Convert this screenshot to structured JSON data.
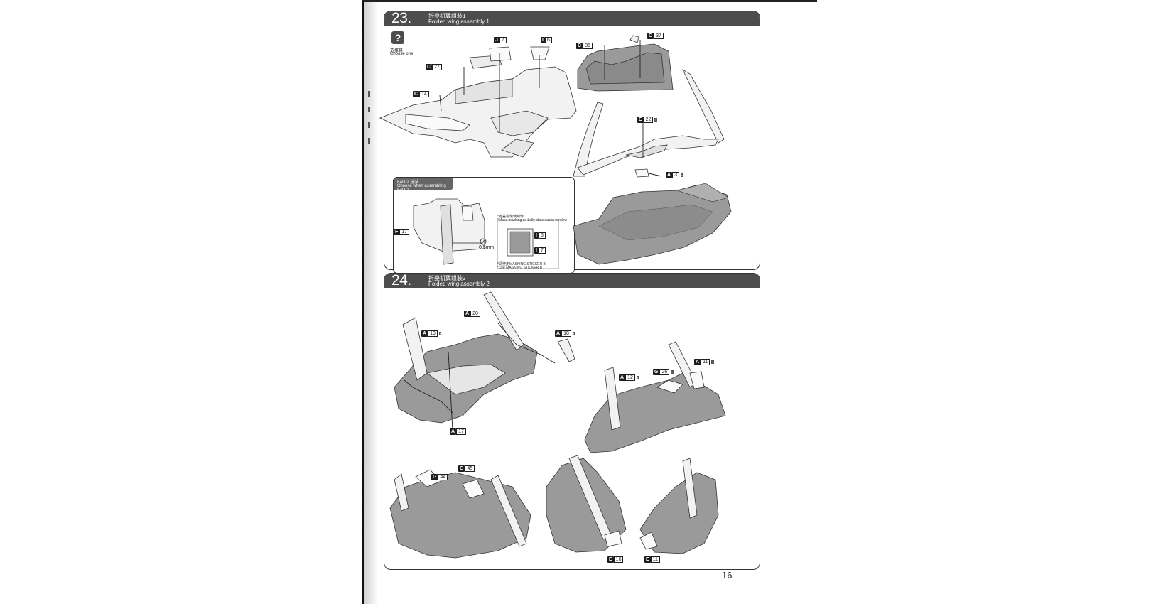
{
  "page": {
    "number": "16"
  },
  "step23": {
    "number": "23.",
    "title_cn": "折叠机翼组装1",
    "title_en": "Folded wing assembly 1",
    "choose": {
      "icon": "question-icon",
      "icon_glyph": "?",
      "cn": "选择其一",
      "en": "Choose one"
    },
    "inset": {
      "title_cn": "F4U-2 选装",
      "title_en": "Choose when assembling F4U-2",
      "note1": "*遮盖窗玻璃制作",
      "note1b": "*Make masking on belly observation window",
      "note2": "*请使用MASKING STICKER B",
      "note2b": "*Use MASKING STICKER B",
      "drill": "0.5mm",
      "tags": {
        "f17": {
          "l": "F",
          "n": "17"
        },
        "i6": {
          "l": "I",
          "n": "6"
        },
        "i7": {
          "l": "I",
          "n": "7"
        }
      }
    },
    "tags": {
      "j7": {
        "l": "J",
        "n": "7"
      },
      "i6": {
        "l": "I",
        "n": "6"
      },
      "c27": {
        "l": "C",
        "n": "27"
      },
      "c14": {
        "l": "C",
        "n": "14"
      },
      "c36": {
        "l": "C",
        "n": "36"
      },
      "c37": {
        "l": "C",
        "n": "37"
      },
      "e22": {
        "l": "E",
        "n": "22"
      },
      "a3": {
        "l": "A",
        "n": "3"
      }
    }
  },
  "step24": {
    "number": "24.",
    "title_cn": "折叠机翼组装2",
    "title_en": "Folded wing assembly 2",
    "tags": {
      "a20": {
        "l": "A",
        "n": "20"
      },
      "a19": {
        "l": "A",
        "n": "19"
      },
      "a18": {
        "l": "A",
        "n": "18"
      },
      "a17": {
        "l": "A",
        "n": "17"
      },
      "a11": {
        "l": "A",
        "n": "11"
      },
      "a12": {
        "l": "A",
        "n": "12"
      },
      "g26": {
        "l": "G",
        "n": "26"
      },
      "g44": {
        "l": "G",
        "n": "44"
      },
      "g45": {
        "l": "G",
        "n": "45"
      },
      "e16": {
        "l": "E",
        "n": "16"
      },
      "e11": {
        "l": "E",
        "n": "11"
      }
    }
  },
  "colors": {
    "header": "#4d4d4d",
    "part_light": "#f2f2f2",
    "part_dark": "#9a9a9a",
    "line": "#333333"
  }
}
